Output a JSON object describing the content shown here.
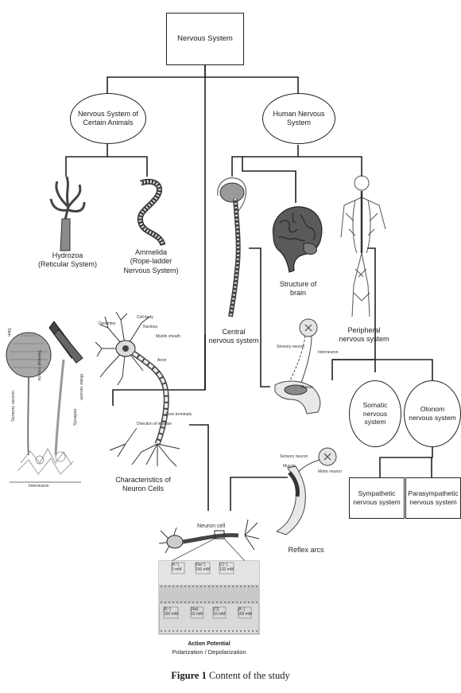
{
  "root": "Nervous System",
  "animals": {
    "title": "Nervous System of Certain Animals",
    "hydrozoa": "Hydrozoa\n(Reticular System)",
    "annelida": "Ammelida\n(Rope-ladder\nNervous System)"
  },
  "human": {
    "title": "Human Nervous System",
    "central": "Central\nnervous system",
    "brain": "Structure of\nbrain",
    "peripheral": "Peripheral\nnervous system",
    "somatic": "Somatic nervous system",
    "otonom": "Otonom nervous system",
    "sympathetic": "Sympathetic nervous system",
    "parasympathetic": "Parasympathetic nervous system",
    "reflex": "Reflex arcs"
  },
  "neuron": {
    "caption": "Characteristics of\nNeuron Cells",
    "labels": {
      "dendrites": "Dendrites",
      "cell_body": "Cell body",
      "nucleus": "Nucleus",
      "myelin": "Myelin sheath",
      "axon": "Axon",
      "direction": "Direction of impulse",
      "terminals": "Axon terminals"
    }
  },
  "motor_panel": {
    "skin": "Skin",
    "skeletal_muscle": "Skeletal muscle",
    "sensory_neuron": "Sensory neuron",
    "motor_neuron": "Motor neuron",
    "synapse": "Synapse",
    "interneuron": "Interneuron"
  },
  "reflex_labels": {
    "sensory_neuron": "Sensory neuron",
    "interneuron": "Interneuron",
    "muscle": "Muscle",
    "sensory_neuron2": "Sensory neuron",
    "muscle2": "Muscle",
    "motor_neuron": "Motor neuron"
  },
  "action": {
    "neuron_cell": "Neuron cell",
    "top_ions": [
      "[K⁺]\n5 mM",
      "[Na⁺]\n150 mM",
      "[Cl⁻]\n120 mM"
    ],
    "bottom_ions": [
      "[K⁺]\n150 mM",
      "[Na]\n15 mM",
      "[Cl]\n10 mM",
      "[A⁻]\n100 mM"
    ],
    "title": "Action Potential",
    "subtitle": "Polarization / Depolarization"
  },
  "figure_caption": {
    "label": "Figure 1",
    "text": " Content of the study"
  },
  "colors": {
    "line": "#222222",
    "fill_dark": "#555555",
    "fill_mid": "#9a9a9a",
    "fill_light": "#d6d6d6"
  }
}
